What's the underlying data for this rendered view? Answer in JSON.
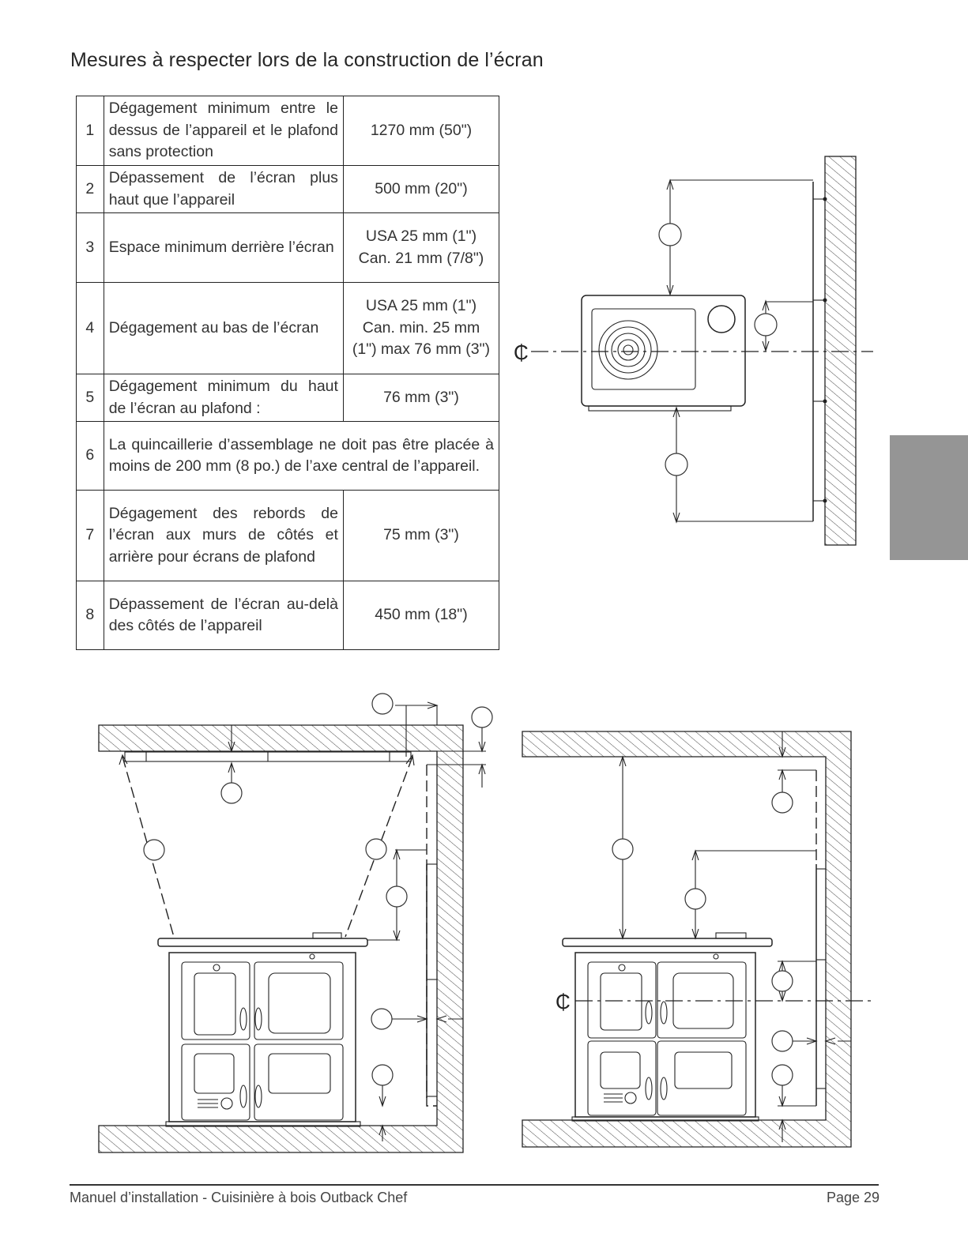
{
  "page": {
    "title": "Mesures à respecter lors de la construction de l’écran",
    "footer_left": "Manuel d’installation - Cuisinière à bois Outback Chef",
    "footer_right": "Page 29"
  },
  "table": {
    "rows": [
      {
        "num": "1",
        "desc": "Dégagement minimum entre le dessus de l’appareil et le plafond sans protection",
        "value": "1270 mm (50\")"
      },
      {
        "num": "2",
        "desc": "Dépassement de l’écran plus haut que l’appareil",
        "value": "500 mm (20\")"
      },
      {
        "num": "3",
        "desc": "Espace minimum derrière l’écran",
        "value": "USA 25 mm (1\") Can. 21 mm (7/8\")"
      },
      {
        "num": "4",
        "desc": "Dégagement au bas de l’écran",
        "value": "USA 25 mm (1\") Can. min. 25 mm (1\") max 76 mm (3\")"
      },
      {
        "num": "5",
        "desc": "Dégagement minimum du haut de l’écran au plafond :",
        "value": "76 mm (3\")"
      },
      {
        "num": "6",
        "desc": "La quincaillerie d’assemblage ne doit pas être placée à moins de 200 mm (8 po.) de l’axe central de l’appareil."
      },
      {
        "num": "7",
        "desc": "Dégagement des rebords de l’écran aux murs de côtés et arrière pour écrans de plafond",
        "value": "75 mm (3\")"
      },
      {
        "num": "8",
        "desc": "Dépassement de l’écran au-delà des côtés de l’appareil",
        "value": "450 mm (18\")"
      }
    ]
  },
  "diagrams": {
    "centerline_symbol": "₵",
    "top_view": {
      "name": "top-view-diagram"
    },
    "front_view_ceiling_screen": {
      "name": "front-view-ceiling-screen"
    },
    "side_view_wall_screen": {
      "name": "side-view-wall-screen"
    }
  }
}
